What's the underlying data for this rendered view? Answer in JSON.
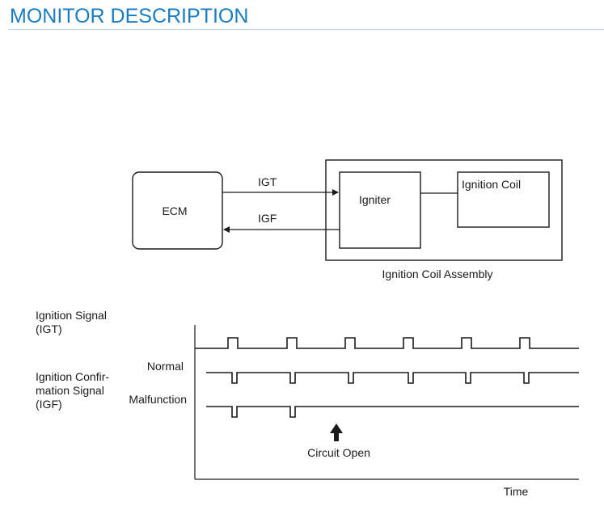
{
  "header": {
    "title": "MONITOR DESCRIPTION"
  },
  "block_diagram": {
    "ecm_label": "ECM",
    "igt_label": "IGT",
    "igf_label": "IGF",
    "igniter_label": "Igniter",
    "ignition_coil_label": "Ignition Coil",
    "assembly_label": "Ignition Coil Assembly"
  },
  "timing_chart": {
    "igt_label_line1": "Ignition Signal",
    "igt_label_line2": "(IGT)",
    "igf_label_line1": "Ignition Confir-",
    "igf_label_line2": "mation Signal",
    "igf_label_line3": "(IGF)",
    "normal_label": "Normal",
    "malfunction_label": "Malfunction",
    "circuit_open_label": "Circuit Open",
    "time_label": "Time",
    "pulses_igt": 6,
    "pulses_normal": 6,
    "pulses_malfunction": 2
  },
  "colors": {
    "title": "#1a7cc1",
    "line": "#1a1a1a"
  }
}
